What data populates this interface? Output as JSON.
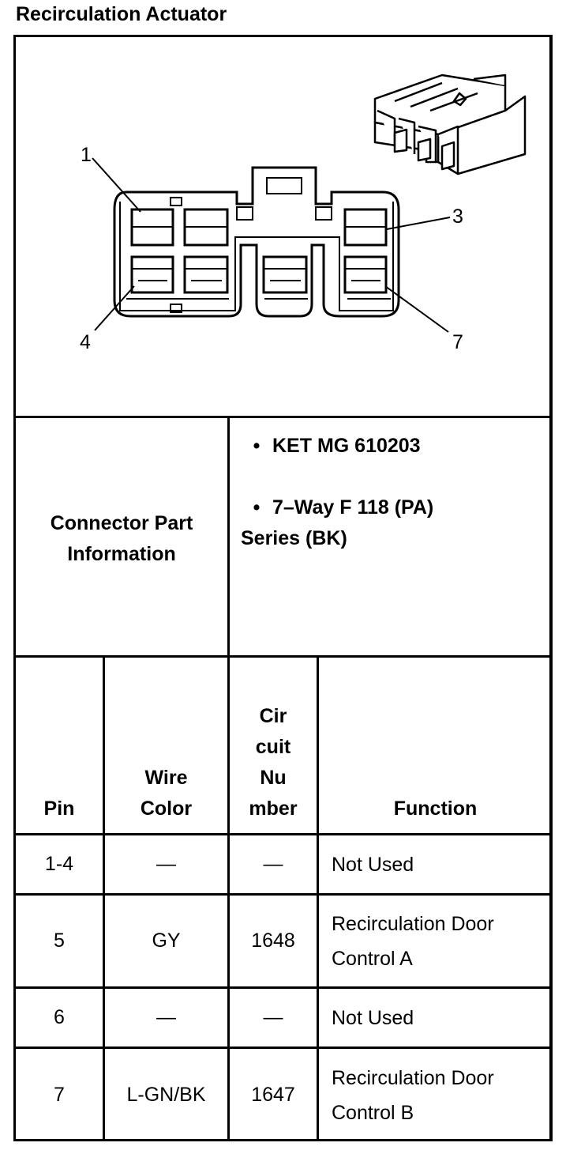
{
  "title": "Recirculation Actuator",
  "diagram": {
    "pin_labels": [
      "1",
      "3",
      "4",
      "7"
    ]
  },
  "connector_info": {
    "label": "Connector Part Information",
    "items": [
      "KET MG 610203",
      "7–Way F 118 (PA) Series (BK)"
    ],
    "bullet": "•"
  },
  "table": {
    "headers": {
      "pin": "Pin",
      "wire_color": "Wire Color",
      "circuit_number": "Cir cuit Nu mber",
      "function": "Function"
    },
    "rows": [
      {
        "pin": "1-4",
        "wire_color": "—",
        "circuit": "—",
        "function": "Not Used"
      },
      {
        "pin": "5",
        "wire_color": "GY",
        "circuit": "1648",
        "function": "Recirculation Door Control A"
      },
      {
        "pin": "6",
        "wire_color": "—",
        "circuit": "—",
        "function": "Not Used"
      },
      {
        "pin": "7",
        "wire_color": "L-GN/BK",
        "circuit": "1647",
        "function": "Recirculation Door Control B"
      }
    ]
  }
}
